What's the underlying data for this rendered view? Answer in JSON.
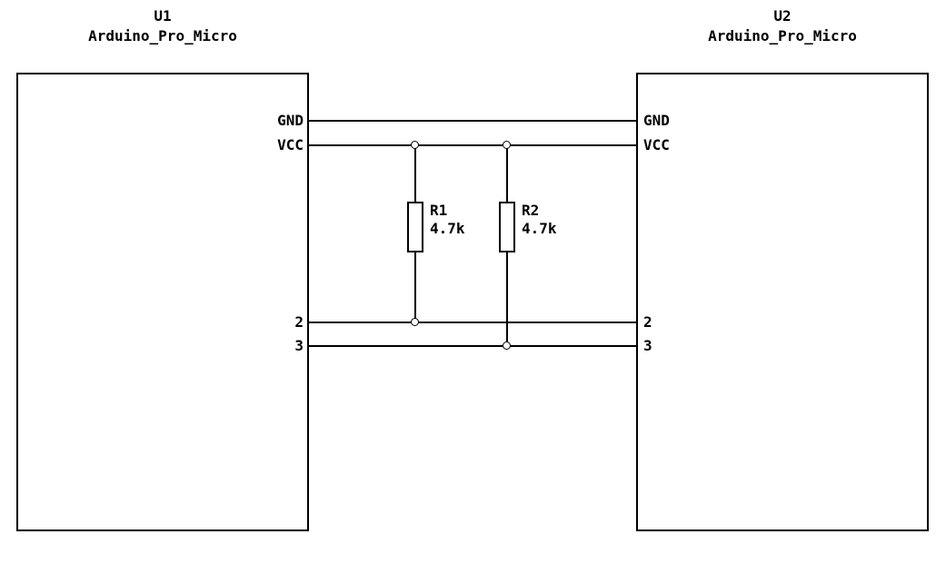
{
  "schematic": {
    "u1": {
      "ref": "U1",
      "value": "Arduino_Pro_Micro",
      "pins": {
        "gnd": "GND",
        "vcc": "VCC",
        "p2": "2",
        "p3": "3"
      }
    },
    "u2": {
      "ref": "U2",
      "value": "Arduino_Pro_Micro",
      "pins": {
        "gnd": "GND",
        "vcc": "VCC",
        "p2": "2",
        "p3": "3"
      }
    },
    "r1": {
      "ref": "R1",
      "value": "4.7k"
    },
    "r2": {
      "ref": "R2",
      "value": "4.7k"
    },
    "colors": {
      "line": "#000000",
      "background": "#ffffff"
    }
  }
}
